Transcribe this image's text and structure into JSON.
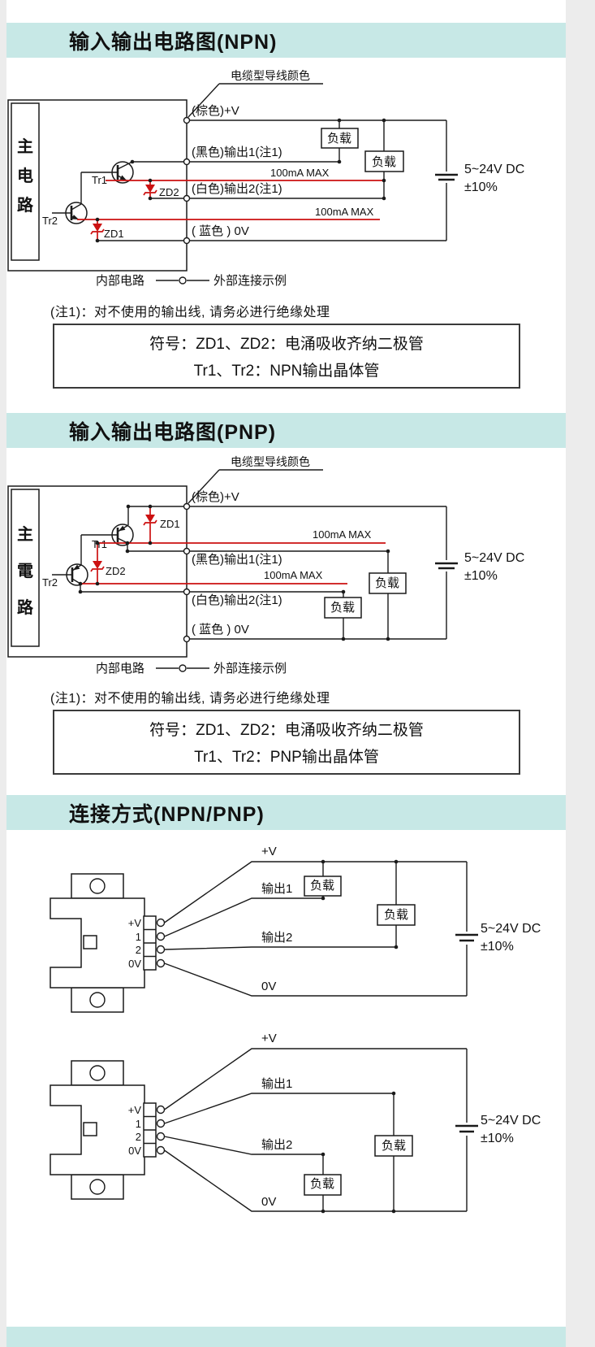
{
  "theme": {
    "page_bg": "#ececec",
    "panel_bg": "#ffffff",
    "header_bg": "#c7e8e6",
    "highlight_red": "#cc1111"
  },
  "npn": {
    "title": "输入输出电路图(NPN)",
    "cable_label": "电缆型导线颜色",
    "main_circuit": [
      "主",
      "电",
      "路"
    ],
    "wires": {
      "brown": "(棕色)+V",
      "black": "(黑色)输出1(注1)",
      "white": "(白色)输出2(注1)",
      "blue": "( 蓝色 ) 0V"
    },
    "current_max1": "100mA MAX",
    "current_max2": "100mA MAX",
    "parts": {
      "tr1": "Tr1",
      "tr2": "Tr2",
      "zd1": "ZD1",
      "zd2": "ZD2"
    },
    "load1": "负载",
    "load2": "负载",
    "power_line1": "5~24V DC",
    "power_line2": "±10%",
    "legend_internal": "内部电路",
    "legend_external": "外部连接示例",
    "note": "(注1)：对不使用的输出线, 请务必进行绝缘处理",
    "symbol_line1": "符号：ZD1、ZD2：电涌吸收齐纳二极管",
    "symbol_line2": "Tr1、Tr2：NPN输出晶体管"
  },
  "pnp": {
    "title": "输入输出电路图(PNP)",
    "cable_label": "电缆型导线颜色",
    "main_circuit": [
      "主",
      "電",
      "路"
    ],
    "wires": {
      "brown": "(棕色)+V",
      "black": "(黑色)输出1(注1)",
      "white": "(白色)输出2(注1)",
      "blue": "( 蓝色 ) 0V"
    },
    "current_max1": "100mA MAX",
    "current_max2": "100mA MAX",
    "parts": {
      "tr1": "Tr1",
      "tr2": "Tr2",
      "zd1": "ZD1",
      "zd2": "ZD2"
    },
    "load1": "负载",
    "load2": "负载",
    "power_line1": "5~24V DC",
    "power_line2": "±10%",
    "legend_internal": "内部电路",
    "legend_external": "外部连接示例",
    "note": "(注1)：对不使用的输出线, 请务必进行绝缘处理",
    "symbol_line1": "符号：ZD1、ZD2：电涌吸收齐纳二极管",
    "symbol_line2": "Tr1、Tr2：PNP输出晶体管"
  },
  "connection": {
    "title": "连接方式(NPN/PNP)",
    "diagram1": {
      "terminals": [
        "+V",
        "1",
        "2",
        "0V"
      ],
      "wire_v": "+V",
      "wire_out1": "输出1",
      "wire_out2": "输出2",
      "wire_0v": "0V",
      "load1": "负载",
      "load2": "负载",
      "power_line1": "5~24V DC",
      "power_line2": "±10%"
    },
    "diagram2": {
      "terminals": [
        "+V",
        "1",
        "2",
        "0V"
      ],
      "wire_v": "+V",
      "wire_out1": "输出1",
      "wire_out2": "输出2",
      "wire_0v": "0V",
      "load1": "负载",
      "load2": "负载",
      "power_line1": "5~24V DC",
      "power_line2": "±10%"
    }
  }
}
